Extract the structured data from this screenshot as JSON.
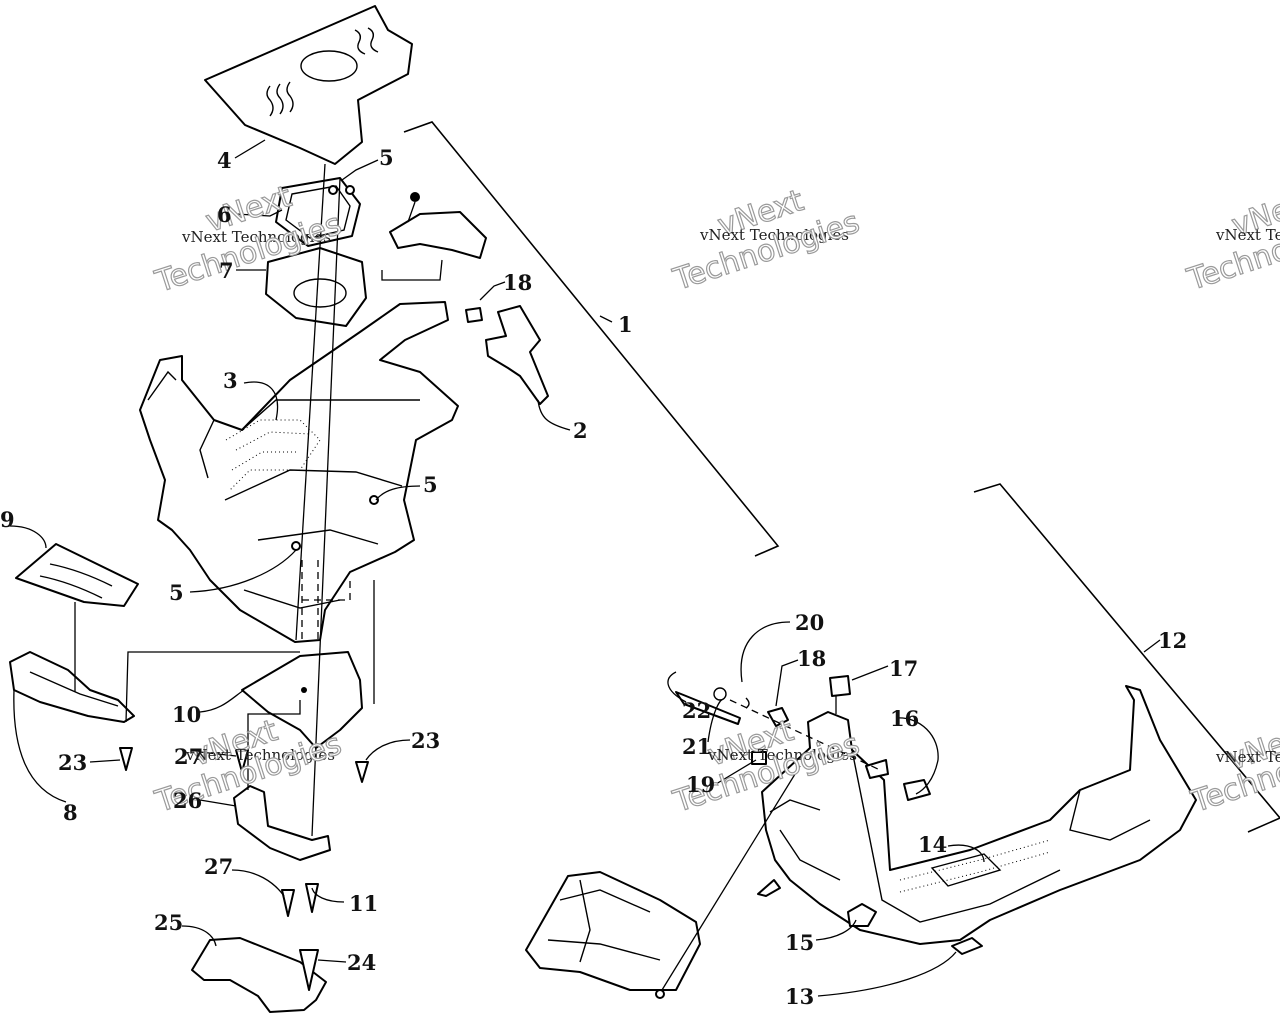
{
  "labels": [
    {
      "id": "4",
      "text": "4"
    },
    {
      "id": "5a",
      "text": "5"
    },
    {
      "id": "6",
      "text": "6"
    },
    {
      "id": "7",
      "text": "7"
    },
    {
      "id": "18a",
      "text": "18"
    },
    {
      "id": "1",
      "text": "1"
    },
    {
      "id": "3",
      "text": "3"
    },
    {
      "id": "2",
      "text": "2"
    },
    {
      "id": "5b",
      "text": "5"
    },
    {
      "id": "9",
      "text": "9"
    },
    {
      "id": "5c",
      "text": "5"
    },
    {
      "id": "10",
      "text": "10"
    },
    {
      "id": "27a",
      "text": "27"
    },
    {
      "id": "23a",
      "text": "23"
    },
    {
      "id": "23b",
      "text": "23"
    },
    {
      "id": "8",
      "text": "8"
    },
    {
      "id": "26",
      "text": "26"
    },
    {
      "id": "27b",
      "text": "27"
    },
    {
      "id": "11",
      "text": "11"
    },
    {
      "id": "25",
      "text": "25"
    },
    {
      "id": "24",
      "text": "24"
    },
    {
      "id": "12",
      "text": "12"
    },
    {
      "id": "20",
      "text": "20"
    },
    {
      "id": "18b",
      "text": "18"
    },
    {
      "id": "17",
      "text": "17"
    },
    {
      "id": "22",
      "text": "22"
    },
    {
      "id": "16",
      "text": "16"
    },
    {
      "id": "21",
      "text": "21"
    },
    {
      "id": "19",
      "text": "19"
    },
    {
      "id": "14",
      "text": "14"
    },
    {
      "id": "15",
      "text": "15"
    },
    {
      "id": "13",
      "text": "13"
    }
  ],
  "watermark": {
    "brand": "vNext",
    "company": "vNext Technologies",
    "word": "Technologies"
  }
}
